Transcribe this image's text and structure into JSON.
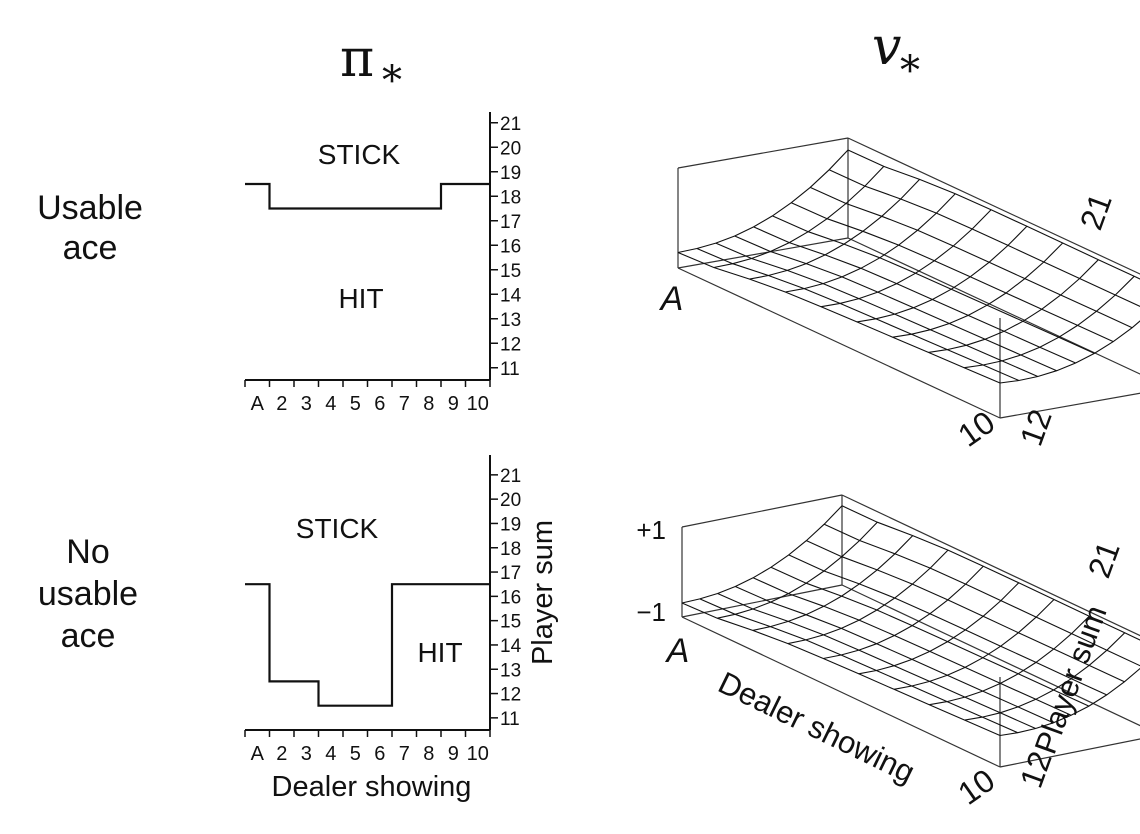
{
  "headers": {
    "policy": "π",
    "policy_sub": "*",
    "value": "v",
    "value_sub": "*"
  },
  "rows": [
    {
      "label_lines": [
        "Usable",
        "ace"
      ]
    },
    {
      "label_lines": [
        "No",
        "usable",
        "ace"
      ]
    }
  ],
  "chart_data": [
    {
      "type": "step",
      "title": "π*",
      "panel": "Usable ace",
      "x_categories": [
        "A",
        "2",
        "3",
        "4",
        "5",
        "6",
        "7",
        "8",
        "9",
        "10"
      ],
      "y_ticks": [
        11,
        12,
        13,
        14,
        15,
        16,
        17,
        18,
        19,
        20,
        21
      ],
      "xlabel": "",
      "ylabel": "",
      "region_labels": {
        "upper": "STICK",
        "lower": "HIT"
      },
      "stick_threshold": [
        19,
        18,
        18,
        18,
        18,
        18,
        18,
        18,
        19,
        19
      ]
    },
    {
      "type": "step",
      "title": "π*",
      "panel": "No usable ace",
      "x_categories": [
        "A",
        "2",
        "3",
        "4",
        "5",
        "6",
        "7",
        "8",
        "9",
        "10"
      ],
      "y_ticks": [
        11,
        12,
        13,
        14,
        15,
        16,
        17,
        18,
        19,
        20,
        21
      ],
      "xlabel": "Dealer showing",
      "ylabel": "Player sum",
      "region_labels": {
        "upper": "STICK",
        "lower": "HIT"
      },
      "stick_threshold": [
        17,
        13,
        13,
        12,
        12,
        12,
        17,
        17,
        17,
        17
      ]
    },
    {
      "type": "surface3d",
      "title": "v*",
      "panel": "Usable ace",
      "corner_labels": {
        "dealer_start": "A",
        "dealer_end": "10",
        "player_start": "12",
        "player_end": "21"
      },
      "zlim": [
        -1,
        1
      ],
      "z_tick_labels": [],
      "xlabel": "",
      "ylabel": ""
    },
    {
      "type": "surface3d",
      "title": "v*",
      "panel": "No usable ace",
      "corner_labels": {
        "dealer_start": "A",
        "dealer_end": "10",
        "player_start": "12",
        "player_end": "21"
      },
      "zlim": [
        -1,
        1
      ],
      "z_tick_labels": [
        "+1",
        "−1"
      ],
      "xlabel": "Dealer showing",
      "ylabel": "Player sum"
    }
  ]
}
